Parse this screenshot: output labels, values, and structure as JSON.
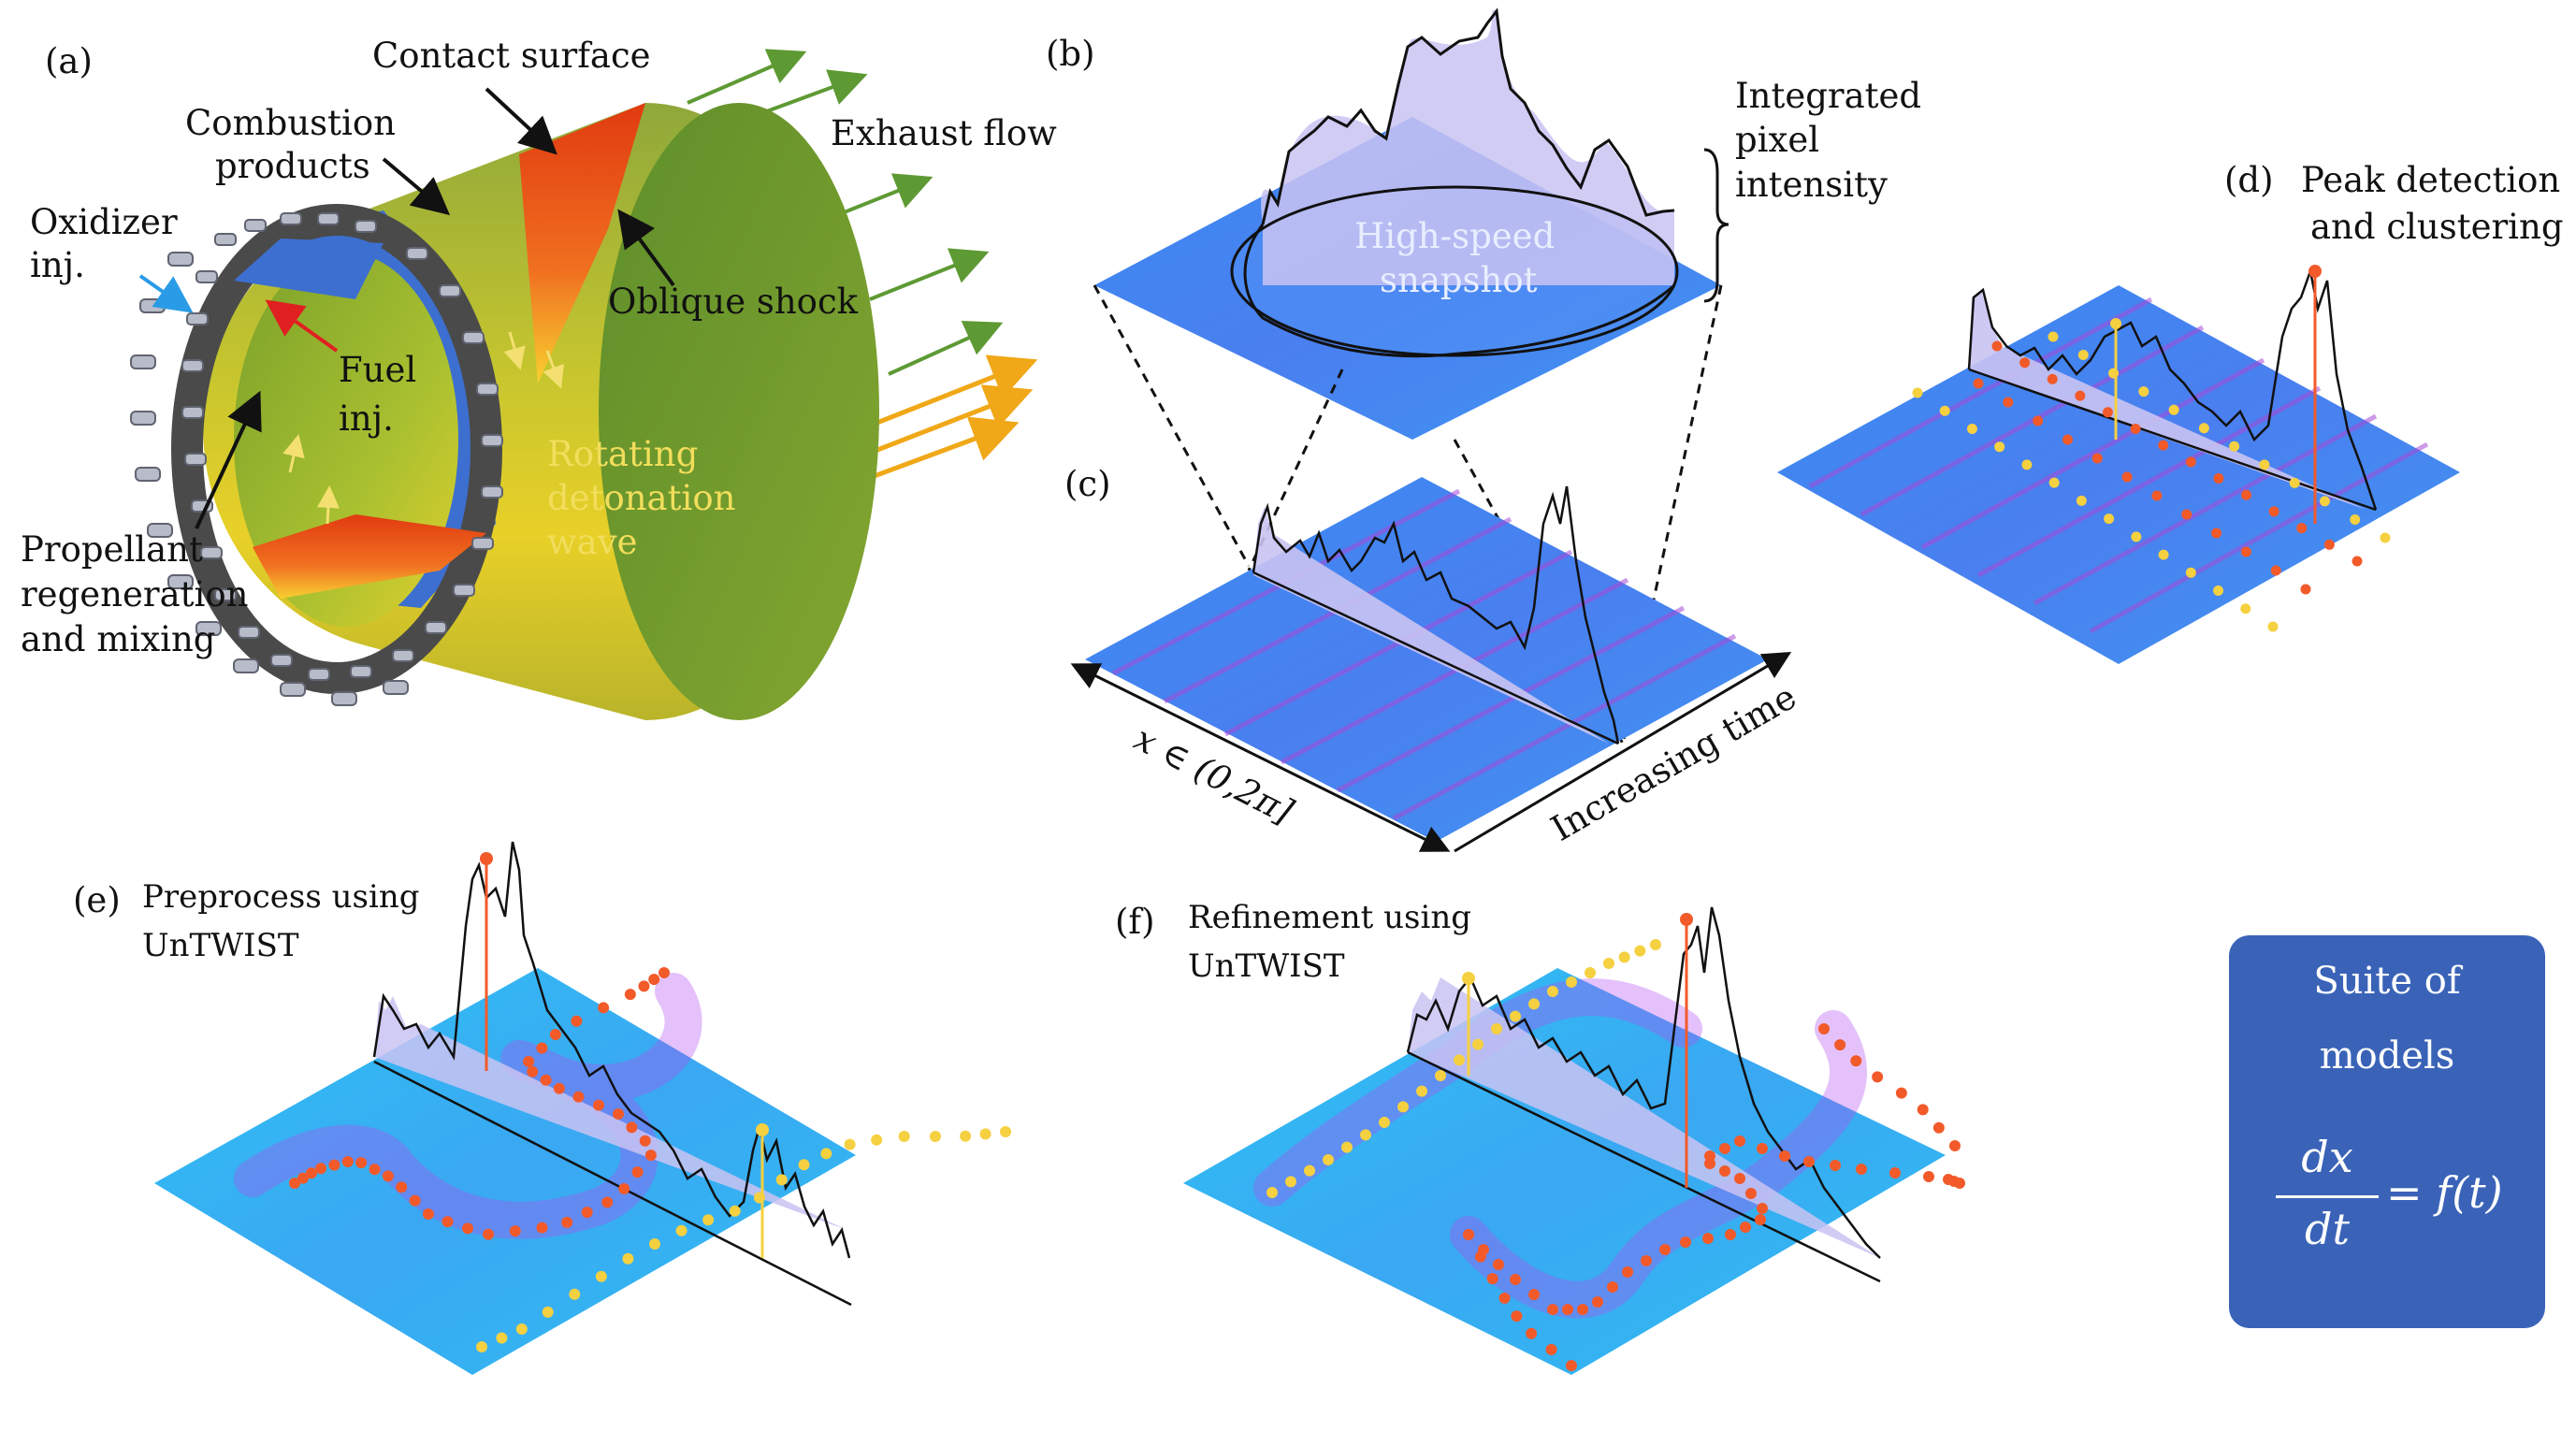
{
  "panel_a": {
    "tag": "(a)",
    "contact_surface": "Contact surface",
    "combustion_line1": "Combustion",
    "combustion_line2": "products",
    "exhaust": "Exhaust flow",
    "oxidizer_line1": "Oxidizer",
    "oxidizer_line2": "inj.",
    "oblique": "Oblique shock",
    "fuel_line1": "Fuel",
    "fuel_line2": "inj.",
    "rotating_line1": "Rotating",
    "rotating_line2": "detonation",
    "rotating_line3": "wave",
    "propellant_line1": "Propellant",
    "propellant_line2": "regeneration",
    "propellant_line3": "and mixing"
  },
  "panel_b": {
    "tag": "(b)",
    "snapshot_line1": "High-speed",
    "snapshot_line2": "snapshot",
    "intensity_line1": "Integrated",
    "intensity_line2": "pixel",
    "intensity_line3": "intensity"
  },
  "panel_c": {
    "tag": "(c)",
    "x_axis": "x ∈ (0,2π]",
    "time_axis": "Increasing time"
  },
  "panel_d": {
    "tag": "(d)",
    "line1": "Peak detection",
    "line2": "and clustering"
  },
  "panel_e": {
    "tag": "(e)",
    "line1": "Preprocess using",
    "line2": "UnTWIST"
  },
  "panel_f": {
    "tag": "(f)",
    "line1": "Refinement using",
    "line2": "UnTWIST"
  },
  "model_box": {
    "line1": "Suite of",
    "line2": "models",
    "eq_num": "dx",
    "eq_den": "dt",
    "eq_rhs": "= f(t)"
  },
  "colors": {
    "plate_blue": "#3d8ef0",
    "plate_cyan": "#2fb6f2",
    "stripe_magenta": "#b24cf0",
    "peak_orange": "#f25a2a",
    "peak_yellow": "#f5d040",
    "engine_green": "#6f9a2c",
    "engine_blue": "#3d6fd0",
    "box_blue": "#3a63b8"
  }
}
